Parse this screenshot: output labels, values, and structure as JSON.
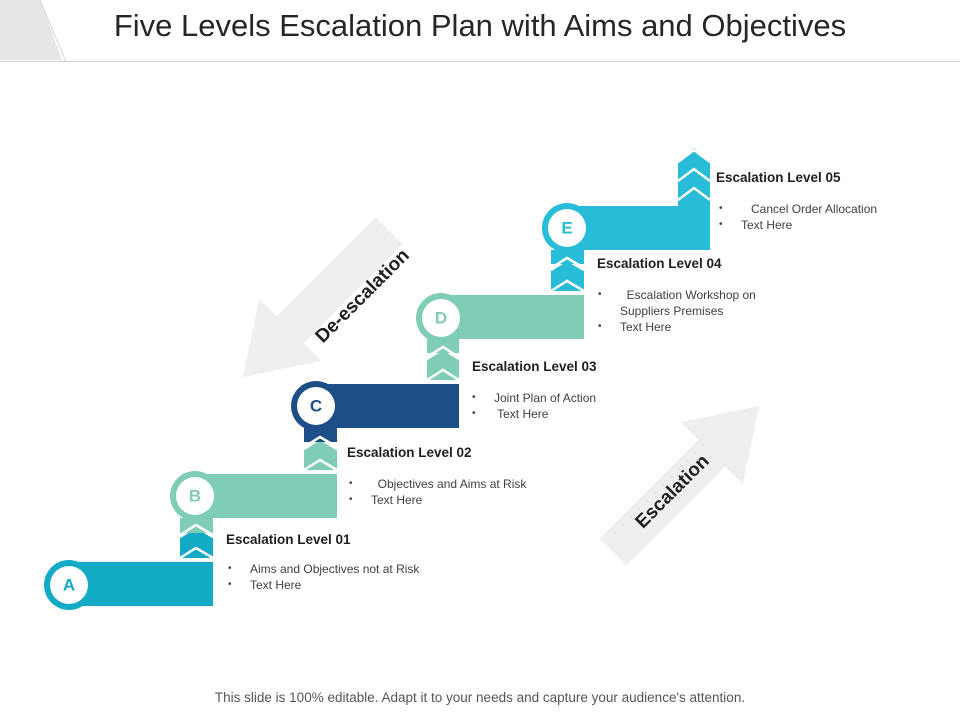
{
  "title": "Five Levels Escalation Plan with Aims and Objectives",
  "footer": "This slide is 100% editable. Adapt it to your needs and capture your audience's attention.",
  "arrows": {
    "deescalation": "De-escalation",
    "escalation": "Escalation"
  },
  "levels": [
    {
      "letter": "A",
      "title": "Escalation Level 01",
      "color": "#12aac4",
      "bullets": [
        "Aims and Objectives  not at Risk",
        "Text Here"
      ]
    },
    {
      "letter": "B",
      "title": "Escalation Level 02",
      "color": "#7fcdb6",
      "bullets": [
        "  Objectives and Aims at Risk",
        "Text Here"
      ]
    },
    {
      "letter": "C",
      "title": "Escalation Level 03",
      "color": "#1c4e88",
      "bullets": [
        "Joint Plan of Action",
        " Text Here"
      ]
    },
    {
      "letter": "D",
      "title": "Escalation Level 04",
      "color": "#7fcdb6",
      "bullets": [
        "  Escalation Workshop on",
        "Suppliers Premises",
        "Text Here"
      ]
    },
    {
      "letter": "E",
      "title": "Escalation Level 05",
      "color": "#29bcd8",
      "bullets": [
        "   Cancel Order Allocation",
        "Text Here"
      ]
    }
  ],
  "colors": {
    "arrow_gray": "#efefef",
    "deco_gray": "#e6e6e6"
  }
}
